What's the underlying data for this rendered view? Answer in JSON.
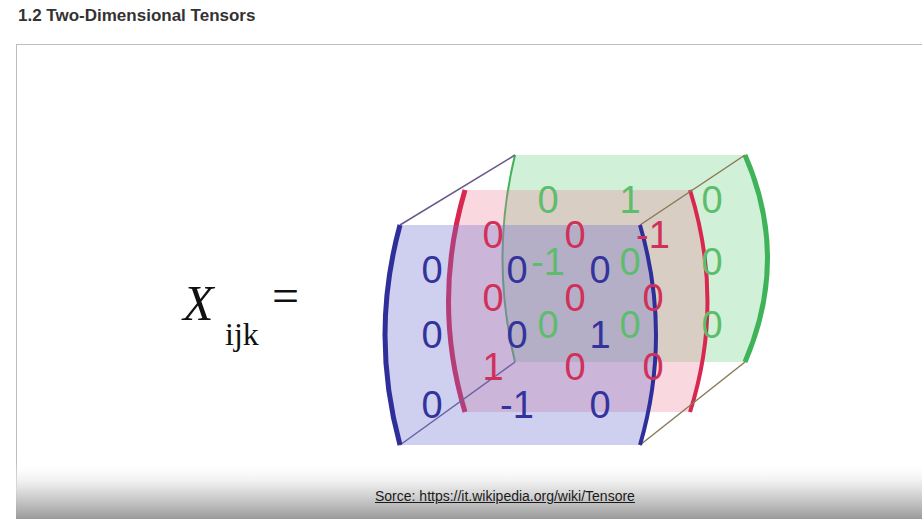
{
  "diagram": {
    "title": "1.2 Two-Dimensional Tensors",
    "caption": "Sorce: https://it.wikipedia.org/wiki/Tensore",
    "labels": [
      "X",
      "ijk",
      "=",
      "0",
      "1",
      "0",
      "-1",
      "0",
      "0",
      "0",
      "0",
      "0",
      "0",
      "0",
      "-1",
      "0",
      "0",
      "0",
      "1",
      "0",
      "0",
      "0",
      "0",
      "0",
      "0",
      "0",
      "1",
      "0",
      "-1",
      "0"
    ]
  }
}
